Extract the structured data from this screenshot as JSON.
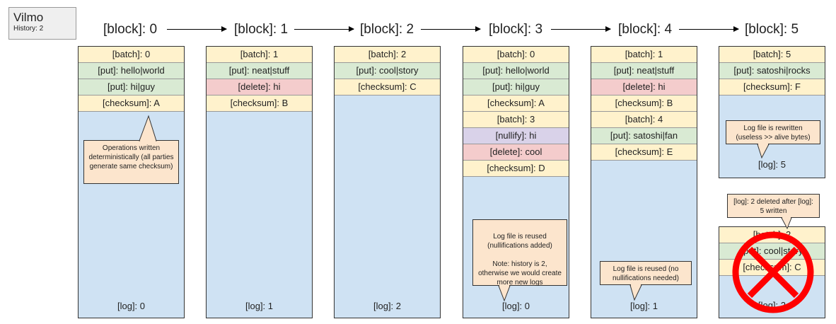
{
  "title": {
    "name": "Vilmo",
    "history": "History: 2"
  },
  "blocks": [
    {
      "label": "[block]: 0",
      "log": "[log]: 0",
      "rows": [
        {
          "type": "batch",
          "text": "[batch]: 0"
        },
        {
          "type": "put",
          "text": "[put]: hello|world"
        },
        {
          "type": "put",
          "text": "[put]: hi|guy"
        },
        {
          "type": "checksum",
          "text": "[checksum]: A"
        }
      ]
    },
    {
      "label": "[block]: 1",
      "log": "[log]: 1",
      "rows": [
        {
          "type": "batch",
          "text": "[batch]: 1"
        },
        {
          "type": "put",
          "text": "[put]: neat|stuff"
        },
        {
          "type": "delete",
          "text": "[delete]: hi"
        },
        {
          "type": "checksum",
          "text": "[checksum]: B"
        }
      ]
    },
    {
      "label": "[block]: 2",
      "log": "[log]: 2",
      "rows": [
        {
          "type": "batch",
          "text": "[batch]: 2"
        },
        {
          "type": "put",
          "text": "[put]: cool|story"
        },
        {
          "type": "checksum",
          "text": "[checksum]: C"
        }
      ]
    },
    {
      "label": "[block]: 3",
      "log": "[log]: 0",
      "rows": [
        {
          "type": "batch",
          "text": "[batch]: 0"
        },
        {
          "type": "put",
          "text": "[put]: hello|world"
        },
        {
          "type": "put",
          "text": "[put]: hi|guy"
        },
        {
          "type": "checksum",
          "text": "[checksum]: A"
        },
        {
          "type": "batch",
          "text": "[batch]: 3"
        },
        {
          "type": "nullify",
          "text": "[nullify]: hi"
        },
        {
          "type": "delete",
          "text": "[delete]: cool"
        },
        {
          "type": "checksum",
          "text": "[checksum]: D"
        }
      ]
    },
    {
      "label": "[block]: 4",
      "log": "[log]: 1",
      "rows": [
        {
          "type": "batch",
          "text": "[batch]: 1"
        },
        {
          "type": "put",
          "text": "[put]: neat|stuff"
        },
        {
          "type": "delete",
          "text": "[delete]: hi"
        },
        {
          "type": "checksum",
          "text": "[checksum]: B"
        },
        {
          "type": "batch",
          "text": "[batch]: 4"
        },
        {
          "type": "put",
          "text": "[put]: satoshi|fan"
        },
        {
          "type": "checksum",
          "text": "[checksum]: E"
        }
      ]
    },
    {
      "label": "[block]: 5",
      "log": "[log]: 5",
      "rows": [
        {
          "type": "batch",
          "text": "[batch]: 5"
        },
        {
          "type": "put",
          "text": "[put]: satoshi|rocks"
        },
        {
          "type": "checksum",
          "text": "[checksum]: F"
        }
      ]
    }
  ],
  "deleted_log": {
    "log": "[log]: 2",
    "rows": [
      {
        "type": "batch",
        "text": "[batch]: 2"
      },
      {
        "type": "put",
        "text": "[put]: cool|story"
      },
      {
        "type": "checksum",
        "text": "[checksum]: C"
      }
    ],
    "cross_color": "#ff0000"
  },
  "callouts": {
    "deterministic": "Operations written deterministically (all parties generate same checksum)",
    "reused_nullify": "Log file is reused (nullifications added)\n\nNote: history is 2, otherwise we would create more new logs",
    "reused_no_nullify": "Log file is reused (no nullifications needed)",
    "rewritten": "Log file is rewritten (useless >> alive bytes)",
    "deleted": "[log]: 2 deleted after [log]: 5 written"
  }
}
